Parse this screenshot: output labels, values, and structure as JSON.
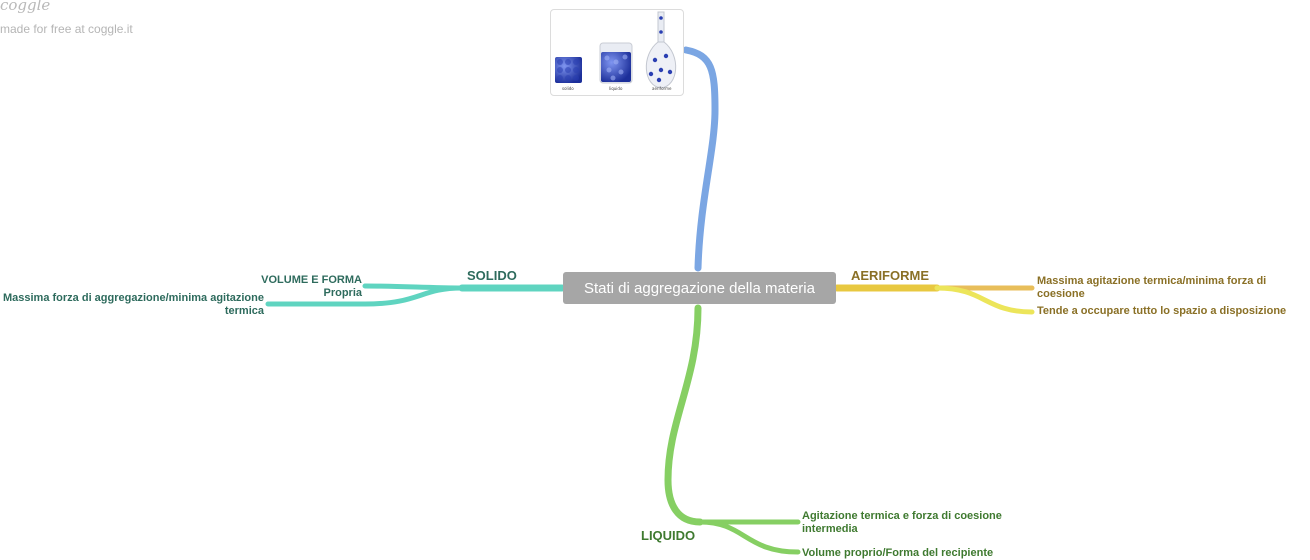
{
  "watermark": {
    "brand": "coggle",
    "made_by": "made for free at coggle.it"
  },
  "root": {
    "label": "Stati di aggregazione della materia"
  },
  "image_node": {
    "icon": "states-of-matter-illustration",
    "captions": [
      "solido",
      "liquido",
      "aeriforme"
    ]
  },
  "branches": {
    "solido": {
      "label": "SOLIDO",
      "color": "#5fd4c0",
      "leaves": [
        {
          "lines": [
            "VOLUME E FORMA",
            "Propria"
          ]
        },
        {
          "lines": [
            "Massima forza di aggregazione/minima agitazione",
            "termica"
          ]
        }
      ]
    },
    "aeriforme": {
      "label": "AERIFORME",
      "color": "#e8c840",
      "leaves": [
        {
          "lines": [
            "Massima agitazione termica/minima forza di",
            "coesione"
          ]
        },
        {
          "lines": [
            "Tende a occupare tutto lo spazio a disposizione"
          ]
        }
      ]
    },
    "liquido": {
      "label": "LIQUIDO",
      "color": "#86cf63",
      "leaves": [
        {
          "lines": [
            "Agitazione termica e forza di coesione",
            "intermedia"
          ]
        },
        {
          "lines": [
            "Volume proprio/Forma del recipiente"
          ]
        }
      ]
    },
    "image_link": {
      "color": "#7ba6e3"
    }
  }
}
